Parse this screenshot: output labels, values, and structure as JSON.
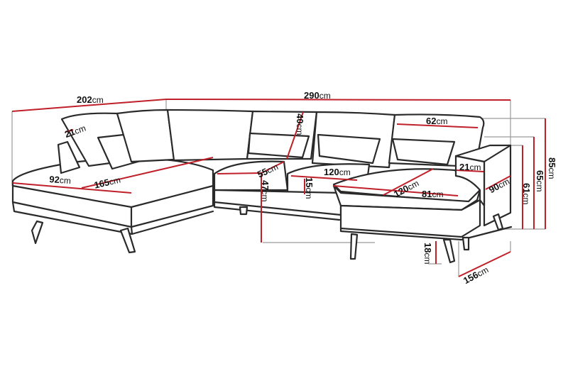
{
  "diagram": {
    "subject": "U-shaped corner sofa dimension drawing",
    "accent_color": "#c0202a",
    "line_color": "#2a2a2a",
    "unit": "cm",
    "dimensions": {
      "overall_left_width": {
        "value": "202",
        "unit": "cm"
      },
      "overall_right_width": {
        "value": "290",
        "unit": "cm"
      },
      "left_backrest_depth": {
        "value": "21",
        "unit": "cm"
      },
      "left_chaise_width": {
        "value": "92",
        "unit": "cm"
      },
      "left_chaise_length": {
        "value": "165",
        "unit": "cm"
      },
      "seat_depth": {
        "value": "55",
        "unit": "cm"
      },
      "backrest_height": {
        "value": "40",
        "unit": "cm"
      },
      "seat_height": {
        "value": "47",
        "unit": "cm"
      },
      "cushion_thickness": {
        "value": "15",
        "unit": "cm"
      },
      "middle_seat_width": {
        "value": "120",
        "unit": "cm"
      },
      "right_backrest_width": {
        "value": "62",
        "unit": "cm"
      },
      "right_chaise_length": {
        "value": "120",
        "unit": "cm"
      },
      "right_chaise_width": {
        "value": "81",
        "unit": "cm"
      },
      "armrest_width": {
        "value": "21",
        "unit": "cm"
      },
      "armrest_depth": {
        "value": "90",
        "unit": "cm"
      },
      "total_height": {
        "value": "85",
        "unit": "cm"
      },
      "backrest_top_height": {
        "value": "65",
        "unit": "cm"
      },
      "armrest_height": {
        "value": "61",
        "unit": "cm"
      },
      "leg_height": {
        "value": "18",
        "unit": "cm"
      },
      "right_depth": {
        "value": "156",
        "unit": "cm"
      }
    }
  }
}
